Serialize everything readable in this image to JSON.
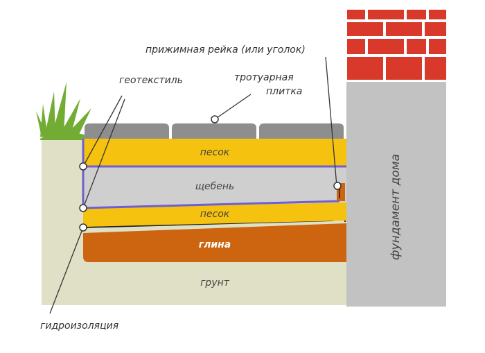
{
  "labels": {
    "pressure_strip": "прижимная рейка (или уголок)",
    "geotextile": "геотекстиль",
    "paving_line1": "тротуарная",
    "paving_line2": "плитка",
    "sand_top": "песок",
    "gravel": "щебень",
    "sand_bottom": "песок",
    "clay": "глина",
    "soil": "грунт",
    "foundation": "фундамент дома",
    "waterproofing": "гидроизоляция"
  },
  "colors": {
    "soil": "#dfe0c5",
    "sand": "#f5c20f",
    "gravel": "#cfcfcf",
    "clay": "#cc6410",
    "tile": "#8e8e8e",
    "foundation": "#c2c2c2",
    "brick": "#d9392a",
    "geotextile": "#6f5fd0",
    "grass": "#72ac35"
  }
}
